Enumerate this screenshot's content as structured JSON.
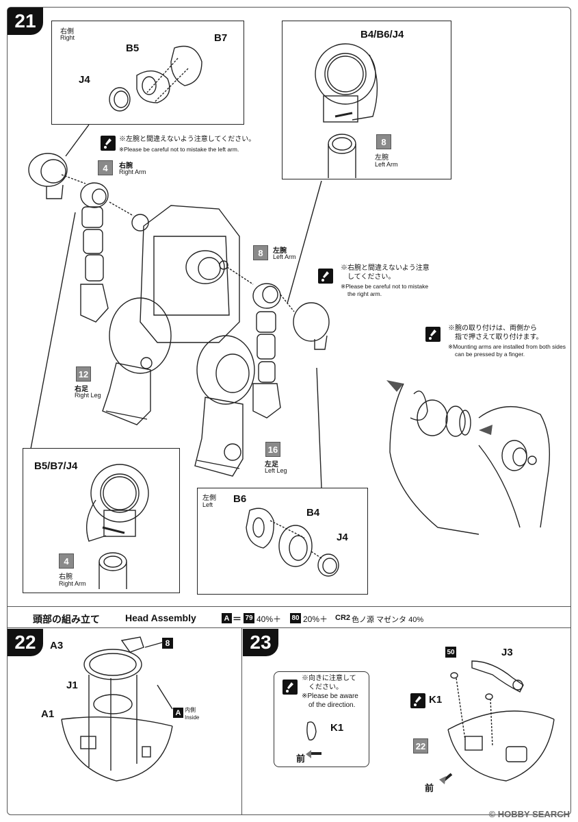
{
  "step21": {
    "number": "21",
    "right_box": {
      "title_ja": "右側",
      "title_en": "Right",
      "parts": [
        "B5",
        "B7",
        "J4"
      ]
    },
    "left_arm_box": {
      "label": "B4/B6/J4",
      "tag": "8",
      "tag_ja": "左腕",
      "tag_en": "Left Arm"
    },
    "note_right_arm": {
      "ja": "※左腕と間違えないよう注意してください。",
      "en": "※Please be careful not to mistake the left arm."
    },
    "right_arm_tag": {
      "num": "4",
      "ja": "右腕",
      "en": "Right Arm"
    },
    "left_arm_tag": {
      "num": "8",
      "ja": "左腕",
      "en": "Left Arm"
    },
    "note_left_arm": {
      "ja1": "※右腕と間違えないよう注意",
      "ja2": "してください。",
      "en1": "※Please be careful not to mistake",
      "en2": "the right arm."
    },
    "note_mount": {
      "ja1": "※腕の取り付けは、両側から",
      "ja2": "指で押さえて取り付けます。",
      "en1": "※Mounting arms are installed from both sides",
      "en2": "can be pressed by a finger."
    },
    "right_leg_tag": {
      "num": "12",
      "ja": "右足",
      "en": "Right Leg"
    },
    "left_leg_tag": {
      "num": "16",
      "ja": "左足",
      "en": "Left Leg"
    },
    "right_arm_box": {
      "label": "B5/B7/J4",
      "tag": "4",
      "tag_ja": "右腕",
      "tag_en": "Right Arm"
    },
    "left_box": {
      "title_ja": "左側",
      "title_en": "Left",
      "parts": [
        "B6",
        "B4",
        "J4"
      ]
    }
  },
  "head_section": {
    "title_ja": "頭部の組み立て",
    "title_en": "Head Assembly",
    "color_key": "A",
    "formula_eq": "＝",
    "c1": "79",
    "c1_pct": "40%＋",
    "c2": "80",
    "c2_pct": "20%＋",
    "c3": "CR2",
    "c3_name": "色ノ源 マゼンタ 40%"
  },
  "step22": {
    "number": "22",
    "parts": [
      "A3",
      "J1",
      "A1"
    ],
    "tag": "8",
    "inside_key": "A",
    "inside_ja": "内側",
    "inside_en": "Inside"
  },
  "step23": {
    "number": "23",
    "note": {
      "ja1": "※向きに注意して",
      "ja2": "ください。",
      "en1": "※Please be aware",
      "en2": "of the direction."
    },
    "part_k1": "K1",
    "front_ja": "前",
    "tag50": "50",
    "part_j3": "J3",
    "tag22": "22"
  },
  "footer": "© HOBBY SEARCH"
}
